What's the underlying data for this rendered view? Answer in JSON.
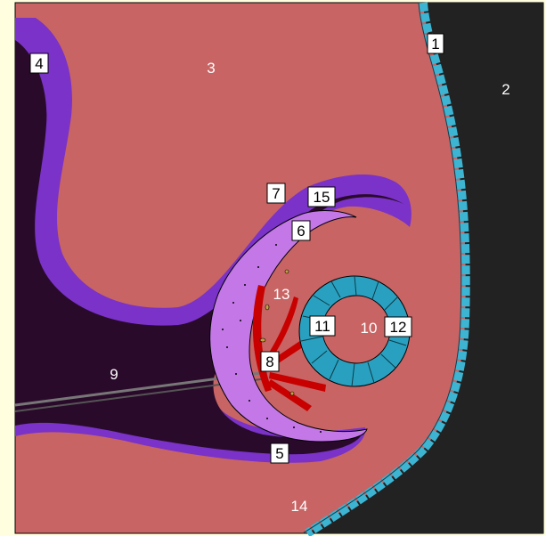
{
  "colors": {
    "page_background": "#ffffe0",
    "amniotic_space": "#222222",
    "mesenchyme": "#c86464",
    "dark_cavity": "#2a0a2a",
    "purple_layer": "#7a32c8",
    "purple_dark": "#4b1e8c",
    "lens_violet": "#c478e8",
    "vessel_red": "#c80000",
    "vesicle_cyan": "#2aa0c0",
    "surface_cyan": "#3cb4d2"
  },
  "labels": {
    "l1": "1",
    "l2": "2",
    "l3": "3",
    "l4": "4",
    "l5": "5",
    "l6": "6",
    "l7": "7",
    "l8": "8",
    "l9": "9",
    "l10": "10",
    "l11": "11",
    "l12": "12",
    "l13": "13",
    "l14": "14",
    "l15": "15"
  }
}
